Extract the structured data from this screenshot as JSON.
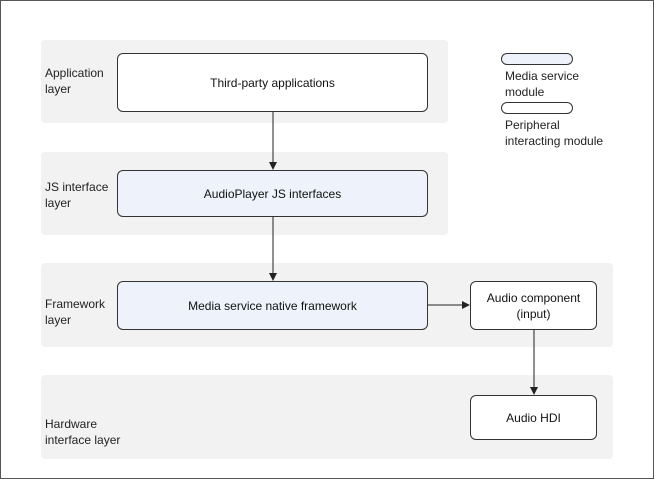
{
  "layers": {
    "application": "Application\nlayer",
    "js_interface": "JS interface\nlayer",
    "framework": "Framework\nlayer",
    "hardware": "Hardware\ninterface layer"
  },
  "boxes": {
    "third_party": "Third-party applications",
    "audioplayer_js": "AudioPlayer JS interfaces",
    "media_native": "Media service native framework",
    "audio_component": "Audio component\n(input)",
    "audio_hdi": "Audio HDI"
  },
  "legend": {
    "media_service": "Media service\nmodule",
    "peripheral": "Peripheral\ninteracting module"
  },
  "colors": {
    "media_service_fill": "#edf2fb",
    "peripheral_fill": "#ffffff",
    "band_fill": "#f2f2f2"
  }
}
